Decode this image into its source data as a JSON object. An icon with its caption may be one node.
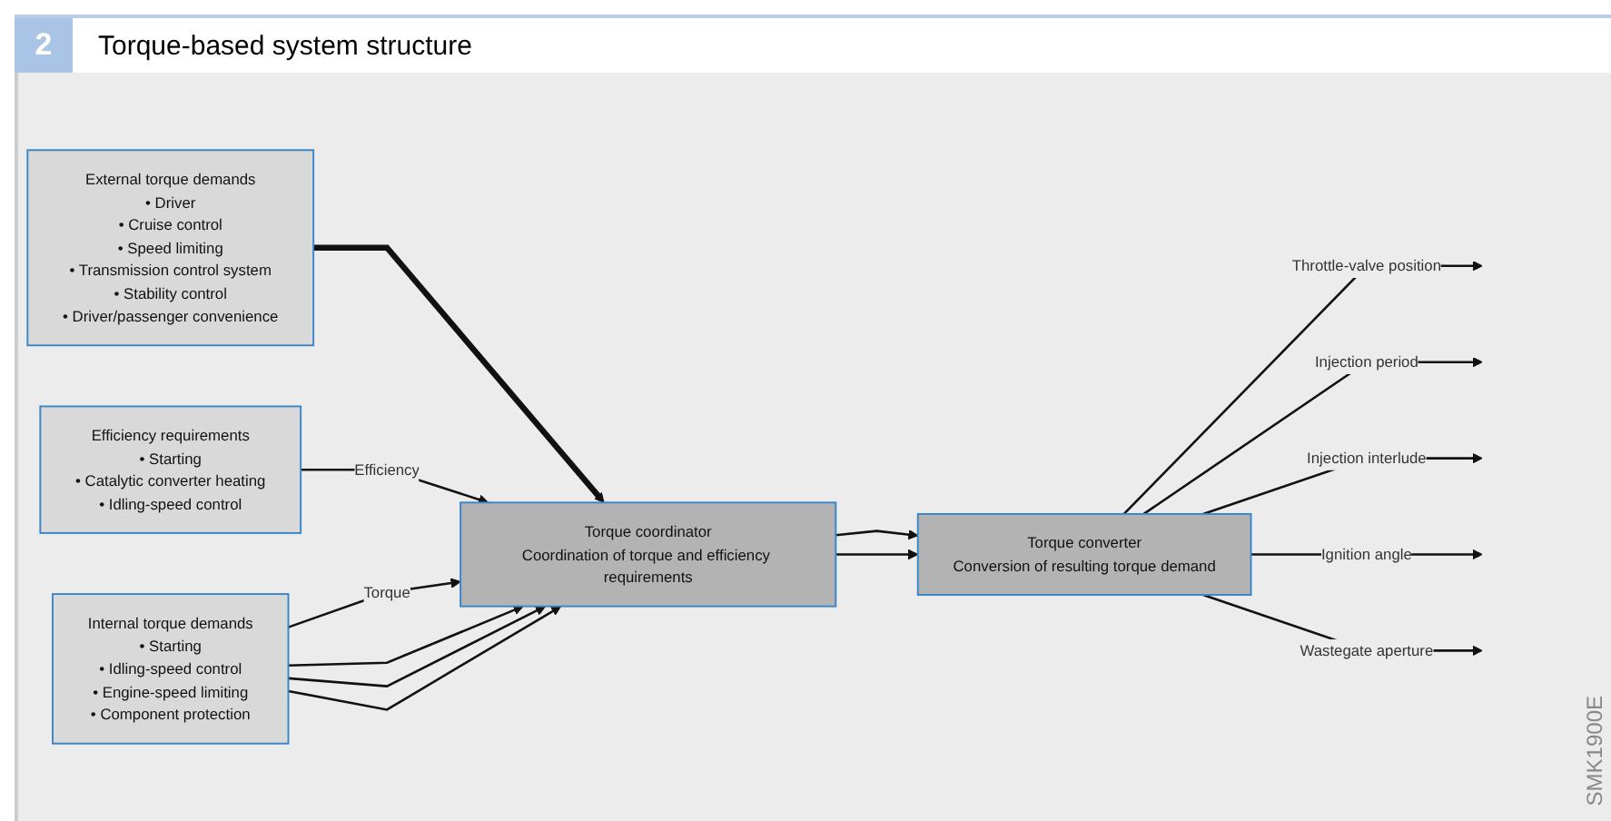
{
  "diagram": {
    "title": "Torque-based system structure",
    "nodes": [
      {
        "text": [
          "External torque demands",
          "• Driver",
          "• Cruise control",
          "• Speed limiting",
          "• Transmission control system",
          "• Stability control",
          "• Driver/passenger convenience"
        ]
      },
      {
        "text": [
          "Efficiency requirements",
          "• Starting",
          "• Catalytic converter heating",
          "• Idling-speed control"
        ]
      },
      {
        "text": [
          "Internal torque demands",
          "• Starting",
          "• Idling-speed control",
          "• Engine-speed limiting",
          "• Component protection"
        ]
      },
      {
        "text": [
          "Torque coordinator",
          "Coordination of torque and efficiency requirements"
        ]
      },
      {
        "text": [
          "Torque converter",
          "Conversion of resulting torque demand"
        ]
      }
    ],
    "edges": [
      {
        "from": 0,
        "to": 3,
        "arrow": "to",
        "style": "thick"
      },
      {
        "from": 1,
        "to": 3,
        "arrow": "to",
        "label": "Efficiency"
      },
      {
        "from": 2,
        "to": 3,
        "arrow": "to",
        "label": "Torque"
      },
      {
        "from": 2,
        "to": 3,
        "arrow": "to"
      },
      {
        "from": 2,
        "to": 3,
        "arrow": "to"
      },
      {
        "from": 2,
        "to": 3,
        "arrow": "to"
      },
      {
        "from": 3,
        "to": 4,
        "arrow": "to"
      },
      {
        "from": 3,
        "to": 4,
        "arrow": "to"
      },
      {
        "from": 4,
        "to": null,
        "arrow": "to",
        "label": "Throttle-valve position"
      },
      {
        "from": 4,
        "to": null,
        "arrow": "to",
        "label": "Injection period"
      },
      {
        "from": 4,
        "to": null,
        "arrow": "to",
        "label": "Injection interlude"
      },
      {
        "from": 4,
        "to": null,
        "arrow": "to",
        "label": "Ignition angle"
      },
      {
        "from": 4,
        "to": null,
        "arrow": "to",
        "label": "Wastegate aperture"
      }
    ],
    "labels": [
      "2",
      "SMK1900E"
    ]
  }
}
